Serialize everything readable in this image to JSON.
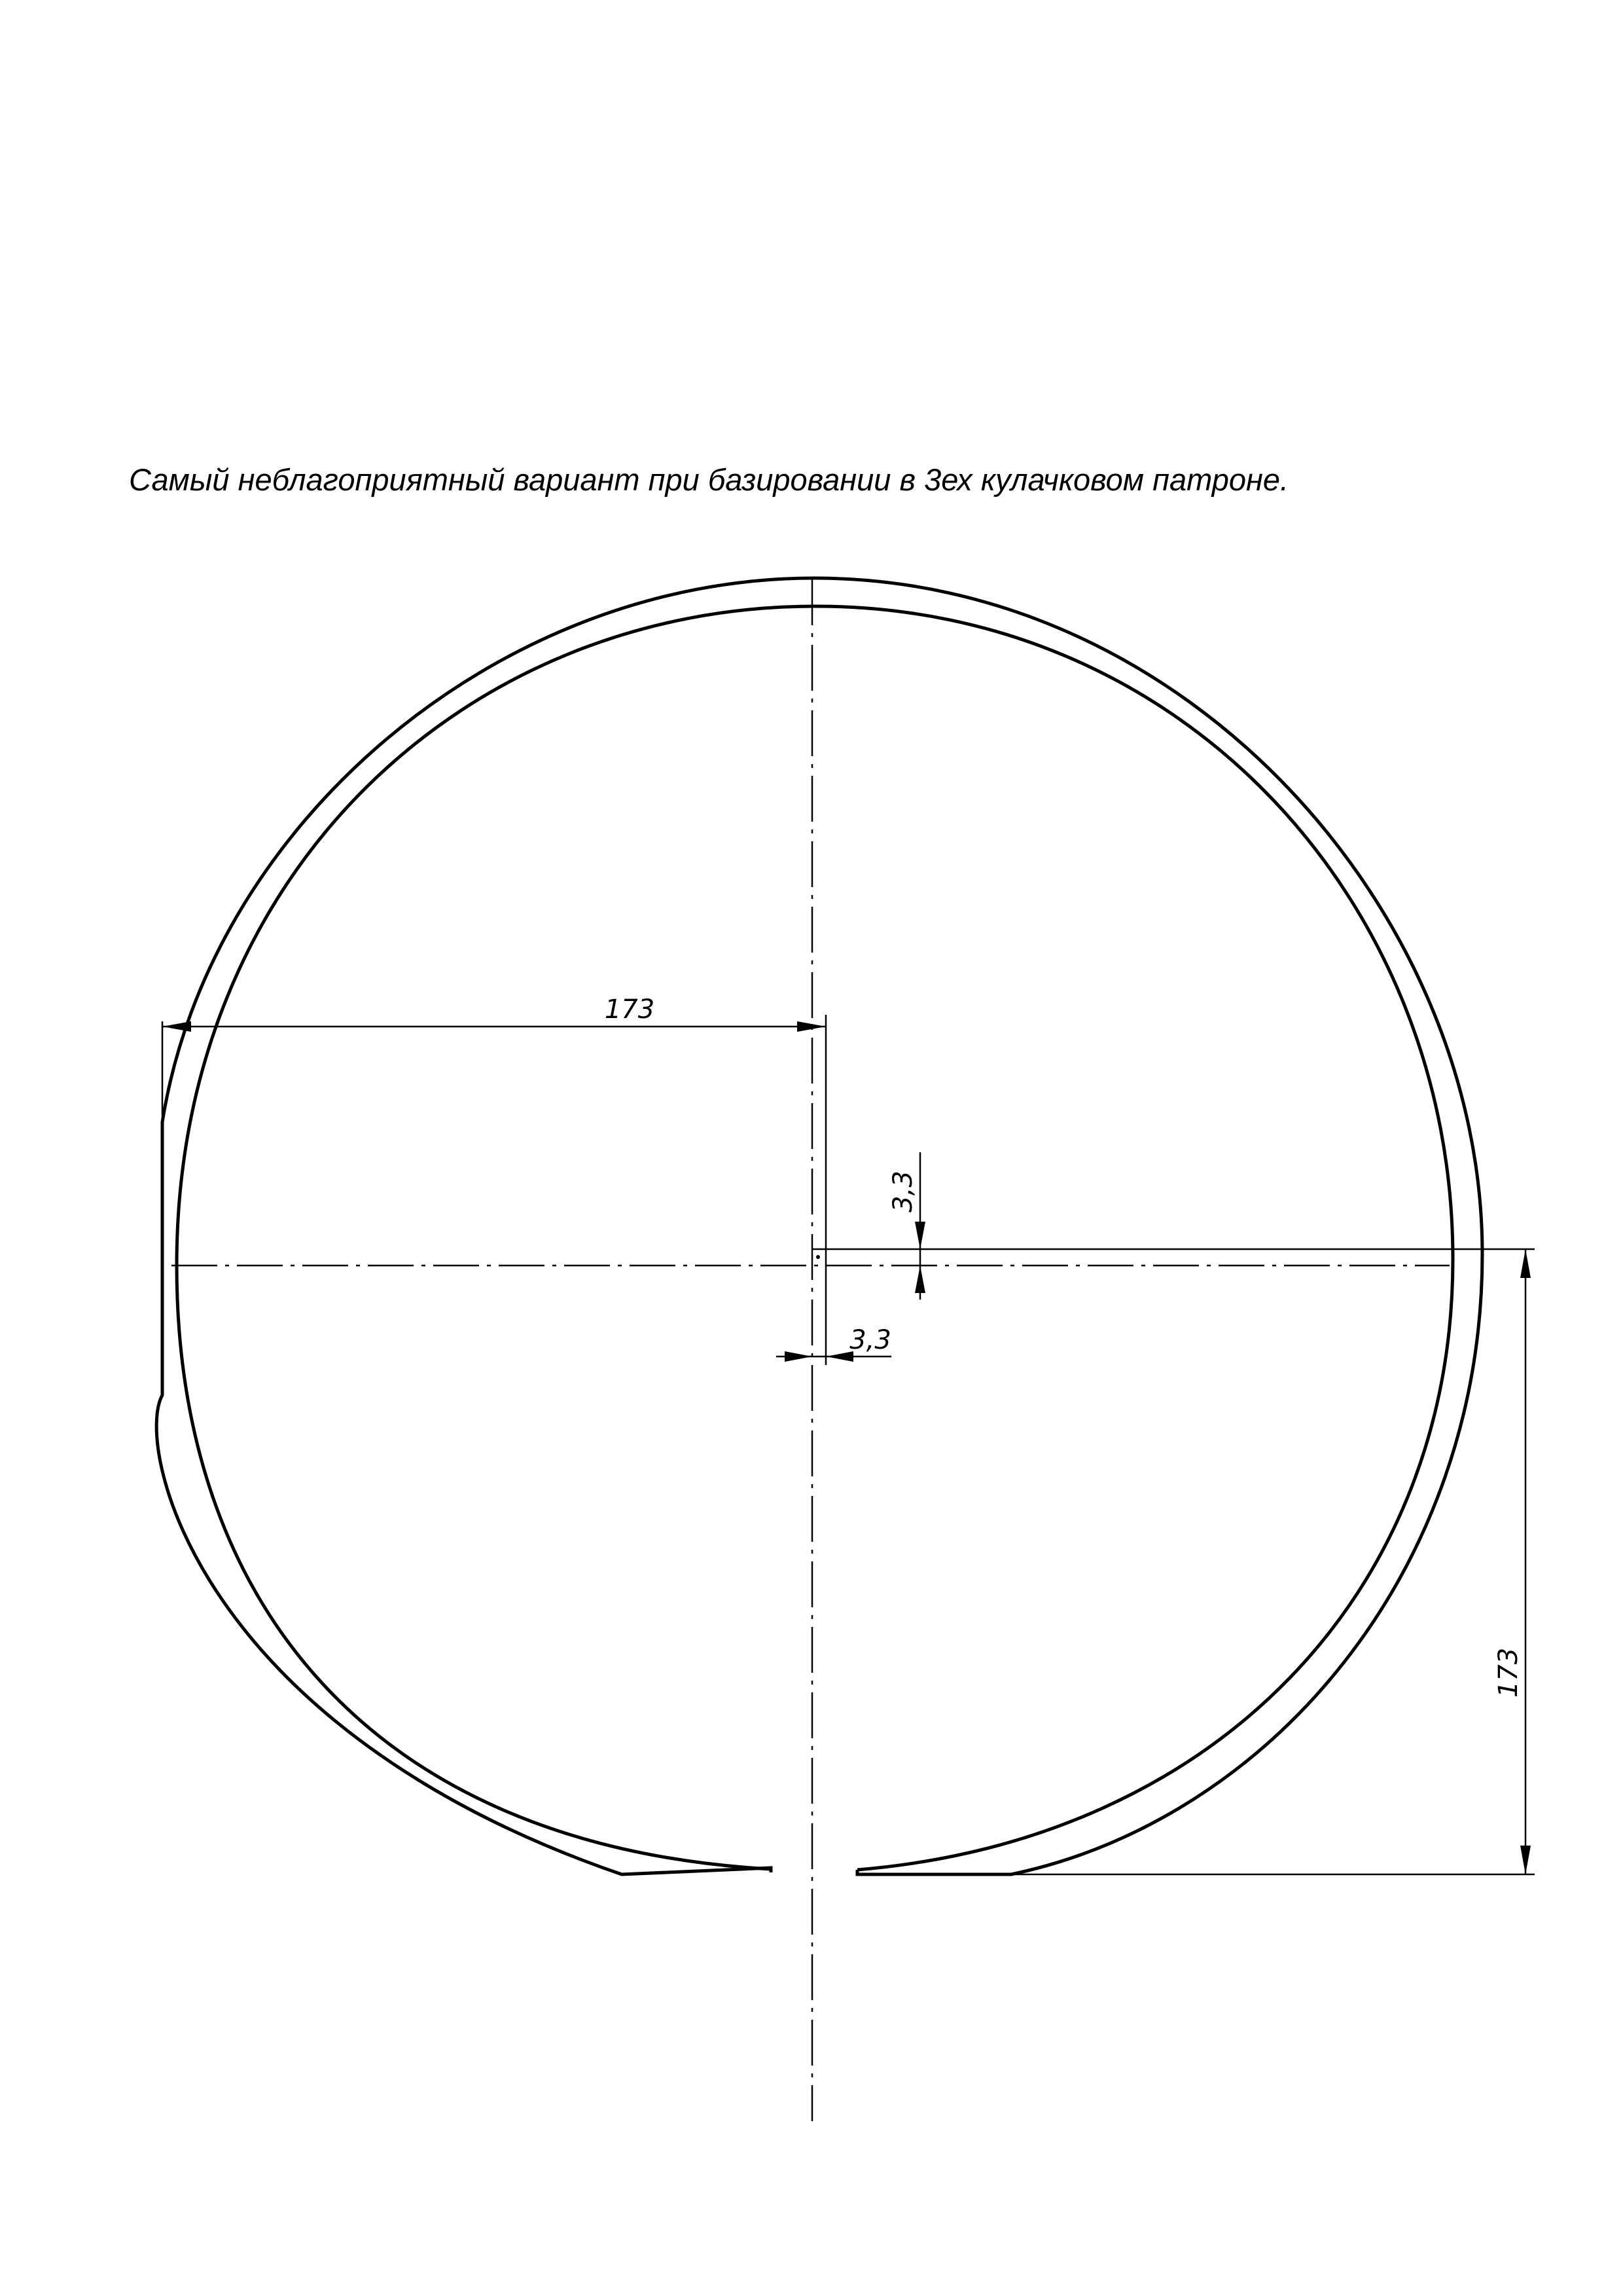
{
  "caption": "Самый неблагоприятный вариант при базировании в 3ех кулачковом патроне.",
  "dimensions": {
    "horizontal_radius": "173",
    "vertical_radius": "173",
    "vertical_offset": "3,3",
    "horizontal_offset": "3,3"
  }
}
